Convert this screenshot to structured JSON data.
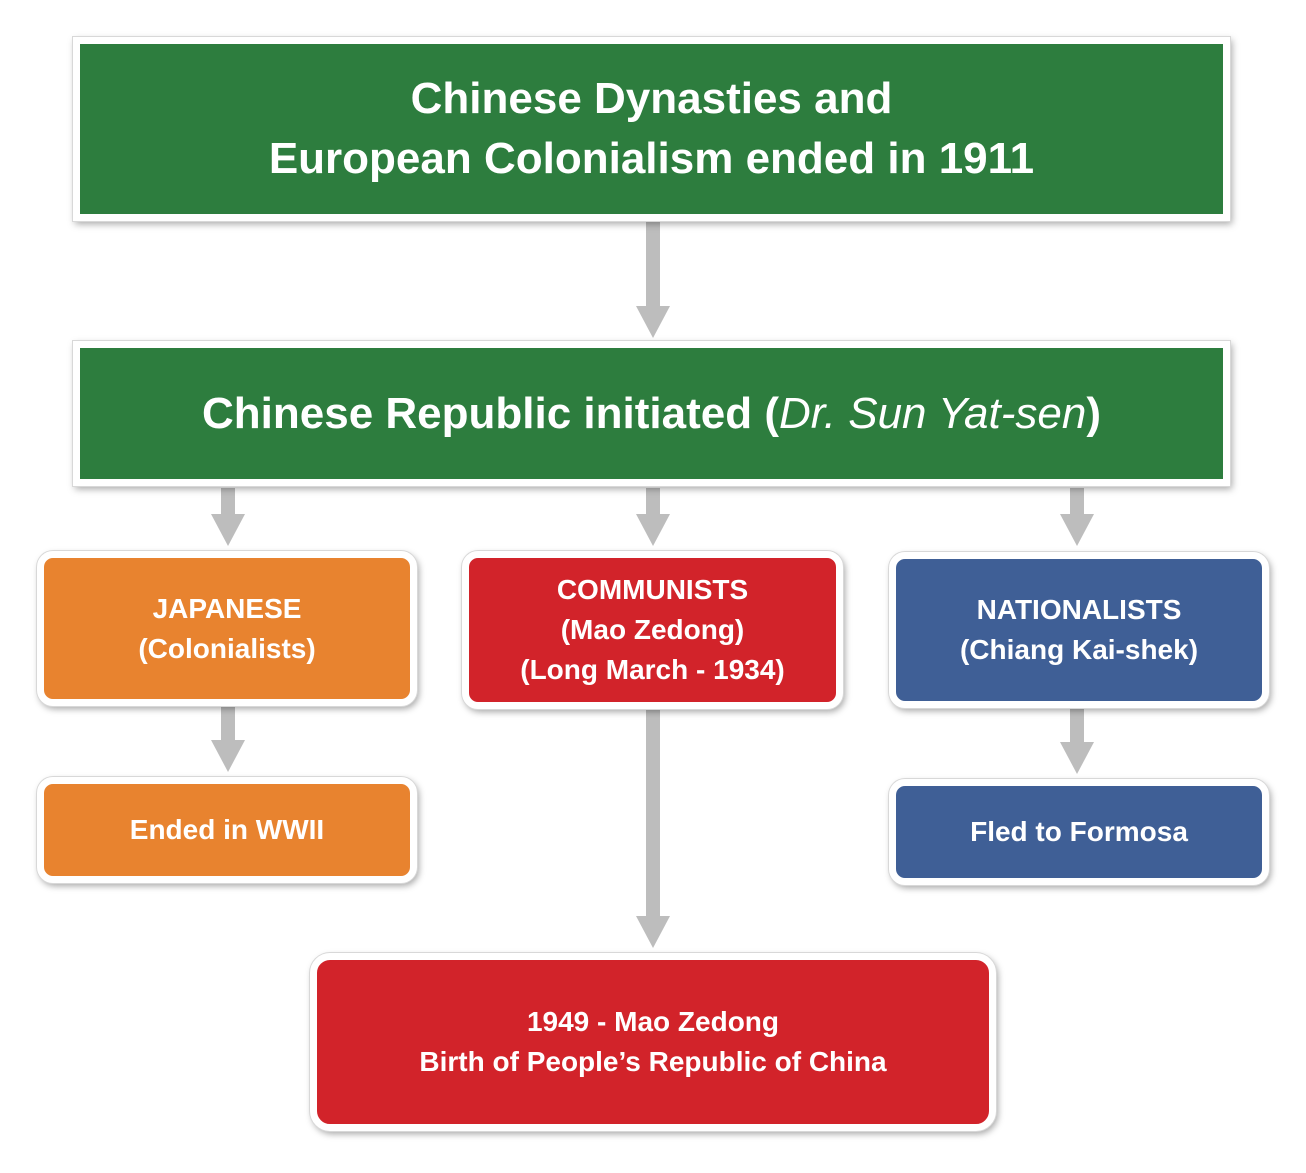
{
  "title_box": {
    "line1": "Chinese Dynasties and",
    "line2": "European Colonialism ended in 1911"
  },
  "republic_box": {
    "text_main": "Chinese Republic initiated (",
    "text_italic": "Dr. Sun Yat-sen",
    "text_close": ")"
  },
  "japanese": {
    "line1": "JAPANESE",
    "line2": "(Colonialists)",
    "outcome": "Ended in WWII"
  },
  "communists": {
    "line1": "COMMUNISTS",
    "line2": "(Mao Zedong)",
    "line3": "(Long March - 1934)",
    "outcome_line1": "1949 - Mao Zedong",
    "outcome_line2": "Birth of People’s Republic of China"
  },
  "nationalists": {
    "line1": "NATIONALISTS",
    "line2": "(Chiang Kai-shek)",
    "outcome": "Fled to Formosa"
  },
  "colors": {
    "green": "#2d7d3e",
    "orange": "#e8832f",
    "red": "#d2232a",
    "blue": "#3f5f96",
    "arrow": "#bdbdbd"
  }
}
